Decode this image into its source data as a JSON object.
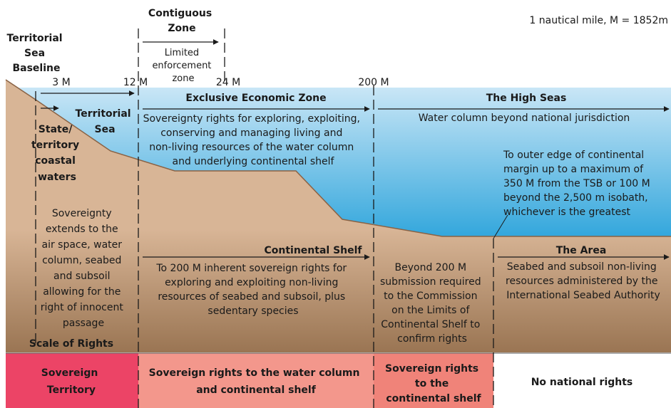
{
  "note": "1 nautical mile, M = 1852m",
  "markers": {
    "contiguous": [
      "Contiguous",
      "Zone"
    ],
    "baseline": [
      "Territorial",
      "Sea",
      "Baseline"
    ],
    "limited": [
      "Limited",
      "enforcement",
      "zone"
    ],
    "m3": "3 M",
    "m12": "12 M",
    "m24": "24 M",
    "m200": "200 M"
  },
  "zones": {
    "state": [
      "State/",
      "territory",
      "coastal",
      "waters"
    ],
    "territorial_sea": [
      "Territorial",
      "Sea"
    ],
    "eez_title": "Exclusive Economic Zone",
    "eez_text": [
      "Sovereignty rights for exploring, exploiting,",
      "conserving and managing living and",
      "non-living resources of the water column",
      "and underlying continental shelf"
    ],
    "high_seas_title": "The High Seas",
    "high_seas_text": "Water column beyond national jurisdiction",
    "outer_edge": [
      "To outer edge of continental",
      "margin up to a maximum of",
      "350 M from the TSB or 100 M",
      "beyond the 2,500 m isobath,",
      "whichever is the greatest"
    ],
    "sovereignty": [
      "Sovereignty",
      "extends to the",
      "air space, water",
      "column, seabed",
      "and subsoil",
      "allowing for the",
      "right of innocent",
      "passage"
    ],
    "shelf_title": "Continental Shelf",
    "shelf_text": [
      "To 200 M inherent sovereign rights for",
      "exploring and exploiting non-living",
      "resources of seabed and subsoil, plus",
      "sedentary species"
    ],
    "beyond200": [
      "Beyond 200 M",
      "submission required",
      "to the Commission",
      "on the Limits of",
      "Continental Shelf to",
      "confirm rights"
    ],
    "area_title": "The Area",
    "area_text": [
      "Seabed and subsoil non-living",
      "resources administered by the",
      "International Seabed Authority"
    ],
    "scale": "Scale of Rights"
  },
  "rights": {
    "sovereign": [
      "Sovereign",
      "Territory"
    ],
    "water_shelf": [
      "Sovereign rights to the water column",
      "and continental shelf"
    ],
    "shelf_only": [
      "Sovereign rights",
      "to the",
      "continental shelf"
    ],
    "none": "No national rights"
  },
  "colors": {
    "water_top": "#c9e6f6",
    "water_bottom": "#31a6dc",
    "land": "#d8b596",
    "land_dark": "#9a7553",
    "sovereign": "#ec4466",
    "rights_pink": "#f3978c",
    "rights_deep": "#f08379",
    "none": "#ffffff"
  }
}
